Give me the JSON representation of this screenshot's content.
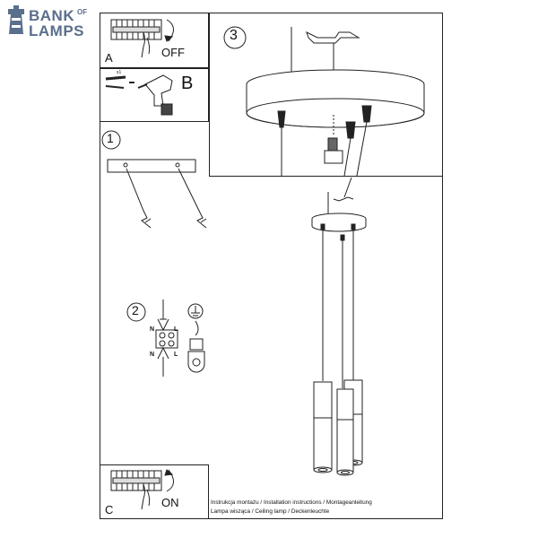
{
  "brand": {
    "line1": "BANK",
    "of": "OF",
    "line2": "LAMPS"
  },
  "steps": {
    "a": {
      "letter": "A",
      "action": "OFF"
    },
    "b": {
      "letter": "B",
      "battery_label": "x1"
    },
    "c": {
      "letter": "C",
      "action": "ON"
    },
    "s1": {
      "number": "1"
    },
    "s2": {
      "number": "2",
      "wire_n_top": "N",
      "wire_l_top": "L",
      "wire_n_bottom": "N",
      "wire_l_bottom": "L"
    },
    "s3": {
      "number": "3"
    }
  },
  "caption": {
    "line1": "Instrukcja montażu / Installation instructions / Montageanleitung",
    "line2": "Lampa wisząca / Ceiling lamp / Deckenleuchte"
  }
}
